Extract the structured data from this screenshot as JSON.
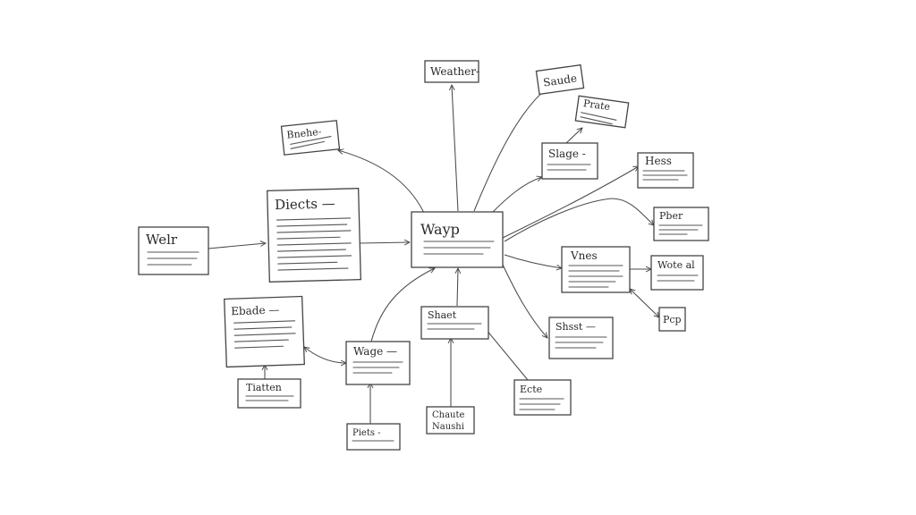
{
  "diagram": {
    "ink_color": "#3a3a3a",
    "background": "#ffffff",
    "nodes": {
      "wenthen": "Weather-",
      "saude": "Saude",
      "prate": "Prate",
      "bnehe": "Bnehe-",
      "slage": "Slage -",
      "hess": "Hess",
      "diects": "Diects —",
      "wayp": "Wayp",
      "pber": "Pber",
      "welr": "Welr",
      "vnes": "Vnes",
      "woteal": "Wote al",
      "ebade": "Ebade —",
      "shaet": "Shaet",
      "shsst": "Shsst —",
      "pcp": "Pcp",
      "wage": "Wage —",
      "tiatten": "Tiatten",
      "ecte": "Ecte",
      "chaute": "Chaute",
      "naushi": "Naushi",
      "piets": "Piets -"
    }
  }
}
